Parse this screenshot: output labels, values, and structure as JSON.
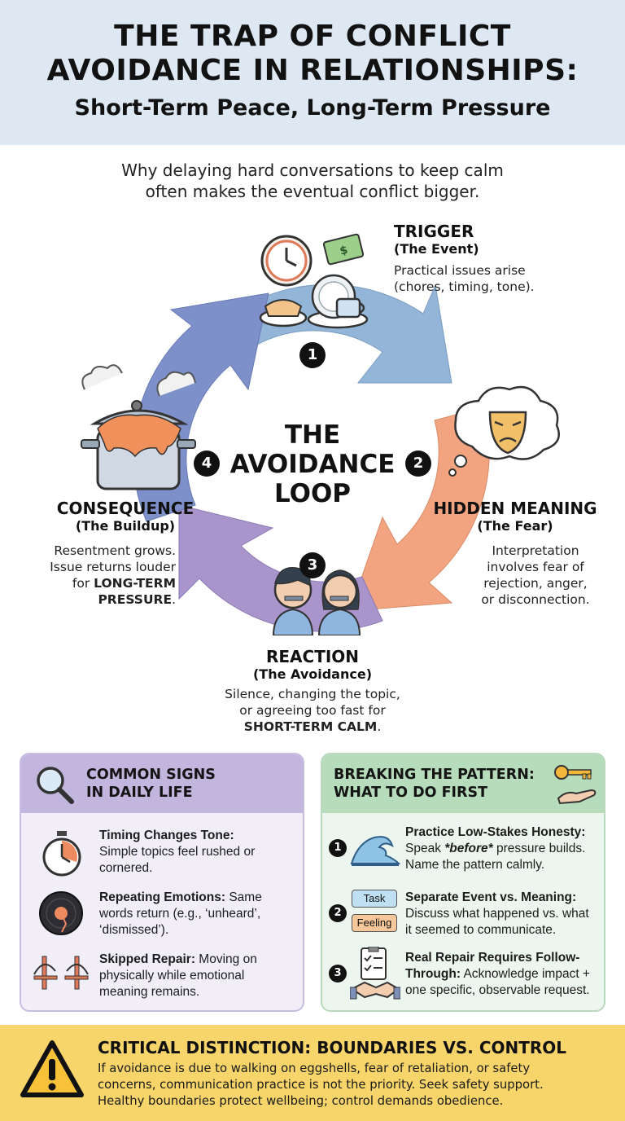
{
  "header": {
    "title_line1": "THE TRAP OF CONFLICT",
    "title_line2": "AVOIDANCE IN RELATIONSHIPS:",
    "subtitle": "Short-Term Peace, Long-Term Pressure"
  },
  "intro": {
    "line1": "Why delaying hard conversations to keep calm",
    "line2": "often makes the eventual conflict bigger."
  },
  "loop": {
    "center_line1": "THE",
    "center_line2": "AVOIDANCE",
    "center_line3": "LOOP",
    "stages": [
      {
        "number": "1",
        "title": "TRIGGER",
        "subtitle": "(The Event)",
        "desc_line1": "Practical issues arise",
        "desc_line2": "(chores, timing, tone).",
        "icon": "clock-money-dishes-icon"
      },
      {
        "number": "2",
        "title": "HIDDEN MEANING",
        "subtitle": "(The Fear)",
        "desc_line1": "Interpretation",
        "desc_line2": "involves fear of",
        "desc_line3": "rejection, anger,",
        "desc_line4": "or disconnection.",
        "icon": "thought-bubble-sad-mask-icon"
      },
      {
        "number": "3",
        "title": "REACTION",
        "subtitle": "(The Avoidance)",
        "desc_line1": "Silence, changing the topic,",
        "desc_line2": "or agreeing too fast for",
        "desc_bold": "SHORT-TERM CALM",
        "desc_end": ".",
        "icon": "silent-couple-icon"
      },
      {
        "number": "4",
        "title": "CONSEQUENCE",
        "subtitle": "(The Buildup)",
        "desc_line1": "Resentment grows.",
        "desc_line2": "Issue returns louder",
        "desc_line3_pre": "for ",
        "desc_bold1": "LONG-TERM",
        "desc_bold2": "PRESSURE",
        "desc_end": ".",
        "icon": "boiling-pot-icon"
      }
    ]
  },
  "signs_panel": {
    "title_line1": "COMMON SIGNS",
    "title_line2": "IN DAILY LIFE",
    "items": [
      {
        "bold": "Timing Changes Tone:",
        "line1": "Simple topics feel rushed or",
        "line2": "cornered.",
        "icon": "stopwatch-icon"
      },
      {
        "bold": "Repeating Emotions:",
        "bold_tail": " Same",
        "line1": "words return (e.g., ‘unheard’,",
        "line2": "‘dismissed’).",
        "icon": "broken-record-icon"
      },
      {
        "bold": "Skipped Repair:",
        "bold_tail": " Moving on",
        "line1": "physically while emotional",
        "line2": "meaning remains.",
        "icon": "broken-bridge-icon"
      }
    ]
  },
  "pattern_panel": {
    "title_line1": "BREAKING THE PATTERN:",
    "title_line2": "WHAT TO DO FIRST",
    "items": [
      {
        "number": "1",
        "bold": "Practice Low-Stakes Honesty:",
        "line1_pre": "Speak ",
        "line1_em": "*before*",
        "line1_post": " pressure builds.",
        "line2": "Name the pattern calmly.",
        "icon": "wave-icon"
      },
      {
        "number": "2",
        "bold": "Separate Event vs. Meaning:",
        "line1": "Discuss what happened vs. what",
        "line2": "it seemed to communicate.",
        "tag1": "Task",
        "tag2": "Feeling",
        "icon": "task-feeling-icon"
      },
      {
        "number": "3",
        "bold_line1": "Real Repair Requires Follow-",
        "bold_line2": "Through:",
        "line1_post": " Acknowledge impact +",
        "line2": "one specific, observable request.",
        "icon": "checklist-handshake-icon"
      }
    ]
  },
  "warning": {
    "title": "CRITICAL DISTINCTION: BOUNDARIES VS. CONTROL",
    "line1": "If avoidance is due to walking on eggshells, fear of retaliation, or safety",
    "line2": "concerns, communication practice is not the priority. Seek safety support.",
    "line3": "Healthy boundaries protect wellbeing; control demands obedience."
  },
  "colors": {
    "header_bg": "#dde8f3",
    "arrow_trigger": "#93b6d8",
    "arrow_fear": "#f2a481",
    "arrow_reaction": "#a995cc",
    "arrow_consequence": "#7d90c9",
    "signs_panel": "#c2b6de",
    "pattern_panel": "#b7dcbb",
    "warning_bg": "#f7d56a"
  }
}
